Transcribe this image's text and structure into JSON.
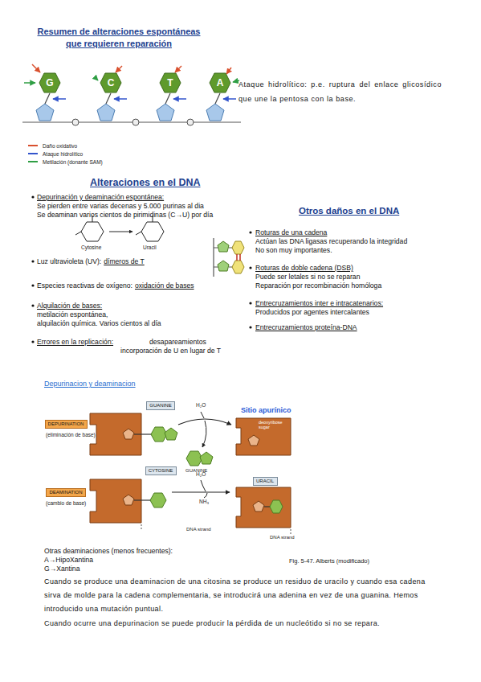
{
  "diagram": {
    "title": "Resumen de alteraciones espontáneas que requieren reparación",
    "caption": "Fig. 5-47. Alberts (modificado)",
    "nodes": [
      {
        "text": [
          "G"
        ]
      },
      {
        "text": [
          "C"
        ]
      },
      {
        "text": [
          "T"
        ]
      },
      {
        "text": [
          "A"
        ]
      },
      {
        "text": [
          "GUANINE"
        ]
      },
      {
        "text": [
          "DEPURINATION"
        ]
      },
      {
        "text": [
          "CYTOSINE"
        ]
      },
      {
        "text": [
          "DEAMINATION"
        ]
      },
      {
        "text": [
          "URACIL"
        ]
      }
    ],
    "labels": [
      "Ataque hidrolítico: p.e. ruptura del enlace glicosídico que une la pentosa con la base.",
      "Alteraciones en el DNA",
      "Depurinación y deaminación espontánea:",
      "Se pierden entre varias decenas y 5.000 purinas al dia",
      "Se deaminan varios cientos de pirimidinas (C→U) por día",
      "Cytosine",
      "Uracil",
      "Luz ultravioleta (UV):",
      "dímeros de T",
      "Especies reactivas de oxígeno:",
      "oxidación de bases",
      "Alquilación de bases:",
      "metilación espontánea,",
      "alquilación química. Varios cientos al día",
      "Errores en la replicación:",
      "desapareamientos",
      "incorporación de U en lugar de T",
      "Otros daños en el DNA",
      "Roturas de una cadena",
      "Actúan las DNA ligasas recuperando la integridad",
      "No son muy importantes.",
      "Roturas de doble cadena (DSB)",
      "Puede ser letales si no se reparan",
      "Reparación por recombinación homóloga",
      "Entrecruzamientos inter e intracatenarios:",
      "Producidos por agentes intercalantes",
      "Entrecruzamientos proteína-DNA",
      "Depurinacion y deaminacion",
      "(eliminación de base)",
      "H₂O",
      "Sitio apurínico",
      "deoxyribose sugar",
      "GUANINE",
      "(cambio de base)",
      "H₂O",
      "NH₃",
      "DNA strand",
      "DNA strand",
      "Otras deaminaciones (menos frecuentes):",
      "A→HipoXantina",
      "G→Xantina",
      "Cuando se produce una deaminacion de una citosina se produce un residuo de uracilo y cuando esa cadena sirva de molde para la cadena complementaria, se introducirá una adenina en vez de una guanina. Hemos introducido una mutación puntual.",
      "Cuando ocurre una depurinacion se puede producir la pérdida de un nucleótido si no se repara."
    ],
    "legend": [
      {
        "text": "Daño oxidativo"
      },
      {
        "text": "Ataque hidrolítico"
      },
      {
        "text": "Metilación (donante SAM)"
      }
    ]
  }
}
